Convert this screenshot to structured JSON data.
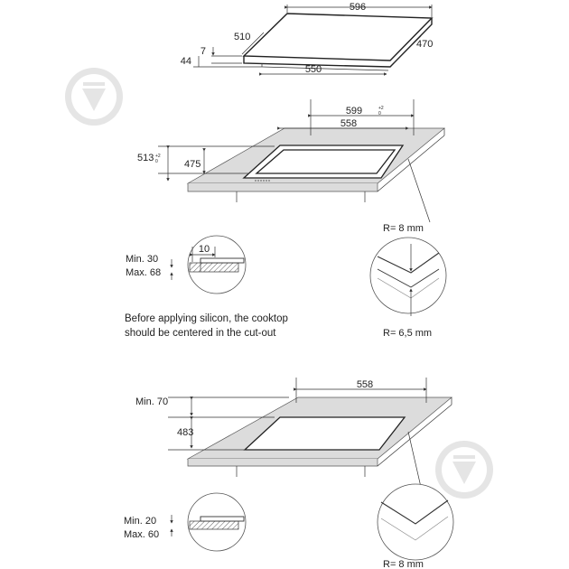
{
  "cooktop": {
    "width": "596",
    "depth": "510",
    "depth_right": "470",
    "glass_thickness": "7",
    "total_height": "44",
    "base_width": "550"
  },
  "cutout_silicone": {
    "outer_width": "599",
    "outer_width_sup_top": "+2",
    "outer_width_sup_bottom": "0",
    "inner_width": "558",
    "outer_depth": "513",
    "outer_depth_sup_top": "+2",
    "outer_depth_sup_bottom": "0",
    "inner_depth": "475",
    "corner_radius_outer": "R= 8 mm",
    "corner_radius_inner": "R= 6,5 mm",
    "detail_step": "10",
    "worktop_min": "Min. 30",
    "worktop_max": "Max. 68",
    "note_line1": "Before applying silicon, the cooktop",
    "note_line2": "should be centered in the cut-out"
  },
  "cutout_standard": {
    "width": "558",
    "depth": "483",
    "front_min": "Min. 70",
    "worktop_min": "Min. 20",
    "worktop_max": "Max. 60",
    "corner_radius": "R= 8 mm"
  },
  "watermark": {
    "icon": "shield-drop-icon"
  }
}
